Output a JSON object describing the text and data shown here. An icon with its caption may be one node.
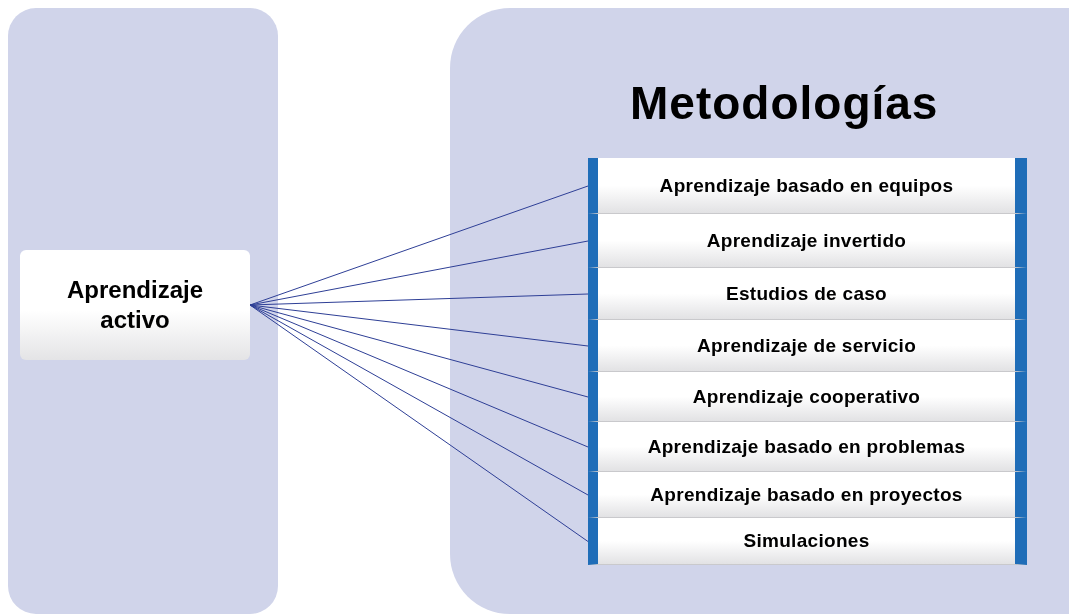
{
  "diagram": {
    "nodes": [
      {
        "text": [],
        "shape": "box"
      },
      {
        "text": [
          "Aprendizaje activo"
        ],
        "in": 0
      },
      {
        "text": [
          "Metodologías"
        ]
      },
      {
        "text": [
          "Aprendizaje basado en equipos"
        ],
        "in": 2
      },
      {
        "text": [
          "Aprendizaje invertido"
        ],
        "in": 2
      },
      {
        "text": [
          "Estudios de caso"
        ],
        "in": 2
      },
      {
        "text": [
          "Aprendizaje de servicio"
        ],
        "in": 2
      },
      {
        "text": [
          "Aprendizaje cooperativo"
        ],
        "in": 2
      },
      {
        "text": [
          "Aprendizaje basado en problemas"
        ],
        "in": 2
      },
      {
        "text": [
          "Aprendizaje basado en proyectos"
        ],
        "in": 2
      },
      {
        "text": [
          "Simulaciones"
        ],
        "in": 2
      }
    ],
    "edges": [
      {
        "from": 1,
        "to": 3,
        "arrow": "none"
      },
      {
        "from": 1,
        "to": 4,
        "arrow": "none"
      },
      {
        "from": 1,
        "to": 5,
        "arrow": "none"
      },
      {
        "from": 1,
        "to": 6,
        "arrow": "none"
      },
      {
        "from": 1,
        "to": 7,
        "arrow": "none"
      },
      {
        "from": 1,
        "to": 8,
        "arrow": "none"
      },
      {
        "from": 1,
        "to": 9,
        "arrow": "none"
      },
      {
        "from": 1,
        "to": 10,
        "arrow": "none"
      }
    ]
  }
}
